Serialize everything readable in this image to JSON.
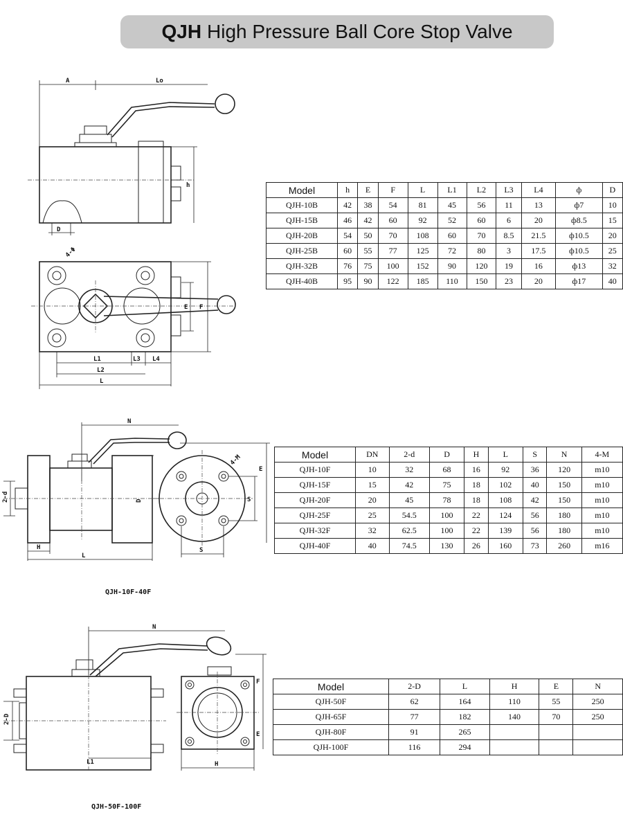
{
  "title": {
    "bold": "QJH",
    "rest": "High Pressure Ball Core Stop Valve"
  },
  "drawings": {
    "d1": {
      "A": "A",
      "L0": "Lo",
      "h": "h",
      "D": "D",
      "phi": "4-Φ",
      "E": "E",
      "F": "F",
      "L1": "L1",
      "L2": "L2",
      "L3": "L3",
      "L4": "L4",
      "L": "L"
    },
    "d2": {
      "N": "N",
      "M": "4-M",
      "E": "E",
      "d": "2-d",
      "D": "D",
      "S": "S",
      "H": "H",
      "L": "L",
      "caption": "QJH-10F-40F"
    },
    "d3": {
      "N": "N",
      "F": "F",
      "D": "2-D",
      "E": "E",
      "L1": "L1",
      "H": "H",
      "caption": "QJH-50F-100F"
    }
  },
  "table1": {
    "headers": [
      "Model",
      "h",
      "E",
      "F",
      "L",
      "L1",
      "L2",
      "L3",
      "L4",
      "ф",
      "D"
    ],
    "rows": [
      [
        "QJH-10B",
        "42",
        "38",
        "54",
        "81",
        "45",
        "56",
        "11",
        "13",
        "ф7",
        "10"
      ],
      [
        "QJH-15B",
        "46",
        "42",
        "60",
        "92",
        "52",
        "60",
        "6",
        "20",
        "ф8.5",
        "15"
      ],
      [
        "QJH-20B",
        "54",
        "50",
        "70",
        "108",
        "60",
        "70",
        "8.5",
        "21.5",
        "ф10.5",
        "20"
      ],
      [
        "QJH-25B",
        "60",
        "55",
        "77",
        "125",
        "72",
        "80",
        "3",
        "17.5",
        "ф10.5",
        "25"
      ],
      [
        "QJH-32B",
        "76",
        "75",
        "100",
        "152",
        "90",
        "120",
        "19",
        "16",
        "ф13",
        "32"
      ],
      [
        "QJH-40B",
        "95",
        "90",
        "122",
        "185",
        "110",
        "150",
        "23",
        "20",
        "ф17",
        "40"
      ]
    ]
  },
  "table2": {
    "headers": [
      "Model",
      "DN",
      "2-d",
      "D",
      "H",
      "L",
      "S",
      "N",
      "4-M"
    ],
    "rows": [
      [
        "QJH-10F",
        "10",
        "32",
        "68",
        "16",
        "92",
        "36",
        "120",
        "m10"
      ],
      [
        "QJH-15F",
        "15",
        "42",
        "75",
        "18",
        "102",
        "40",
        "150",
        "m10"
      ],
      [
        "QJH-20F",
        "20",
        "45",
        "78",
        "18",
        "108",
        "42",
        "150",
        "m10"
      ],
      [
        "QJH-25F",
        "25",
        "54.5",
        "100",
        "22",
        "124",
        "56",
        "180",
        "m10"
      ],
      [
        "QJH-32F",
        "32",
        "62.5",
        "100",
        "22",
        "139",
        "56",
        "180",
        "m10"
      ],
      [
        "QJH-40F",
        "40",
        "74.5",
        "130",
        "26",
        "160",
        "73",
        "260",
        "m16"
      ]
    ]
  },
  "table3": {
    "headers": [
      "Model",
      "2-D",
      "L",
      "H",
      "E",
      "N"
    ],
    "rows": [
      [
        "QJH-50F",
        "62",
        "164",
        "110",
        "55",
        "250"
      ],
      [
        "QJH-65F",
        "77",
        "182",
        "140",
        "70",
        "250"
      ],
      [
        "QJH-80F",
        "91",
        "265",
        "",
        "",
        ""
      ],
      [
        "QJH-100F",
        "116",
        "294",
        "",
        "",
        ""
      ]
    ]
  }
}
